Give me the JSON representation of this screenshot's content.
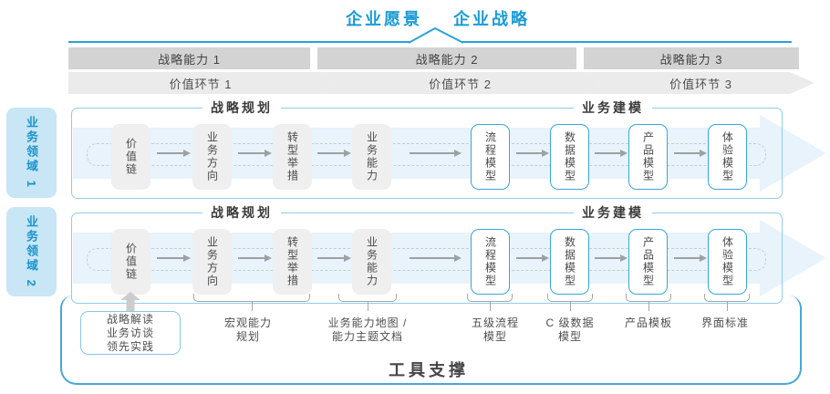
{
  "header": {
    "vision": "企业愿景",
    "strategy": "企业战略"
  },
  "strategy_bar": {
    "capabilities": [
      "战略能力 1",
      "战略能力 2",
      "战略能力 3"
    ],
    "value_links": [
      "价值环节 1",
      "价值环节 2",
      "价值环节 3"
    ]
  },
  "domains": [
    {
      "label": "业务领域 1"
    },
    {
      "label": "业务领域 2"
    }
  ],
  "row_sections": {
    "planning_header": "战略规划",
    "modeling_header": "业务建模",
    "planning_boxes": [
      "价值链",
      "业务方向",
      "转型举措",
      "业务能力"
    ],
    "modeling_boxes": [
      "流程模型",
      "数据模型",
      "产品模型",
      "体验模型"
    ]
  },
  "tools": {
    "title": "工具支撑",
    "practice_box": [
      "战略解读",
      "业务访谈",
      "领先实践"
    ],
    "annotations": [
      {
        "lines": [
          "宏观能力",
          "规划"
        ]
      },
      {
        "lines": [
          "业务能力地图 /",
          "能力主题文档"
        ]
      },
      {
        "lines": [
          "五级流程",
          "模型"
        ]
      },
      {
        "lines": [
          "C 级数据",
          "模型"
        ]
      },
      {
        "lines": [
          "产品模板"
        ]
      },
      {
        "lines": [
          "界面标准"
        ]
      }
    ]
  },
  "colors": {
    "accent_blue": "#1a9bd7",
    "line_blue": "#2aa2da",
    "container_border": "#90cce9",
    "tool_border": "#47a7d8",
    "band_fill": "#e8f3fb",
    "domain_fill": "#c8e6f5",
    "capability_fill": "#d3d3d3",
    "value_fill": "#ebebeb",
    "node_gray": "#efefef",
    "node_blue_border": "#39a6da",
    "arrow_gray": "#9ca1a4"
  }
}
